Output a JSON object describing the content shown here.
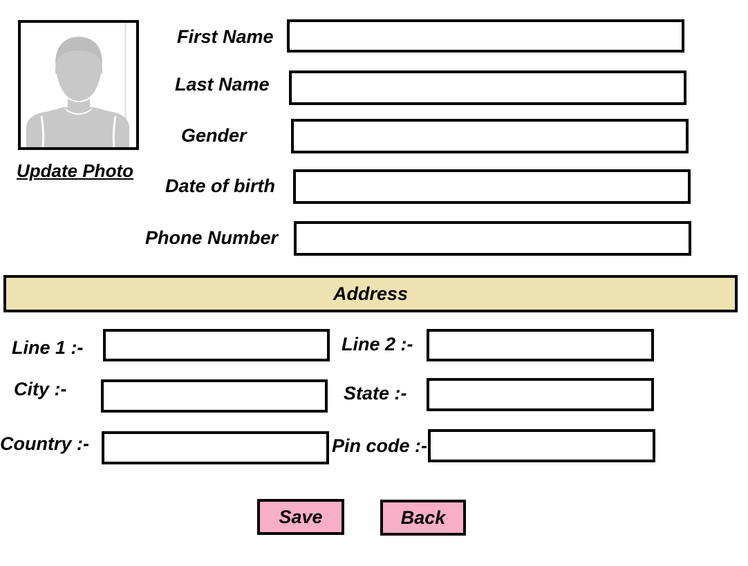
{
  "photo": {
    "link_label": "Update Photo",
    "placeholder_icon": "user-silhouette-icon"
  },
  "personal": {
    "first_name": {
      "label": "First Name",
      "value": ""
    },
    "last_name": {
      "label": "Last Name",
      "value": ""
    },
    "gender": {
      "label": "Gender",
      "value": ""
    },
    "dob": {
      "label": "Date of birth",
      "value": ""
    },
    "phone": {
      "label": "Phone Number",
      "value": ""
    }
  },
  "address": {
    "header": "Address",
    "line1": {
      "label": "Line 1 :-",
      "value": ""
    },
    "line2": {
      "label": "Line 2 :-",
      "value": ""
    },
    "city": {
      "label": "City  :-",
      "value": ""
    },
    "state": {
      "label": "State  :-",
      "value": ""
    },
    "country": {
      "label": "Country :-",
      "value": ""
    },
    "pincode": {
      "label": "Pin code :-",
      "value": ""
    }
  },
  "actions": {
    "save_label": "Save",
    "back_label": "Back"
  },
  "colors": {
    "section_bar": "#efe2b1",
    "button_fill": "#f9aec8",
    "border": "#000000",
    "placeholder_gray": "#c8c8c8"
  }
}
